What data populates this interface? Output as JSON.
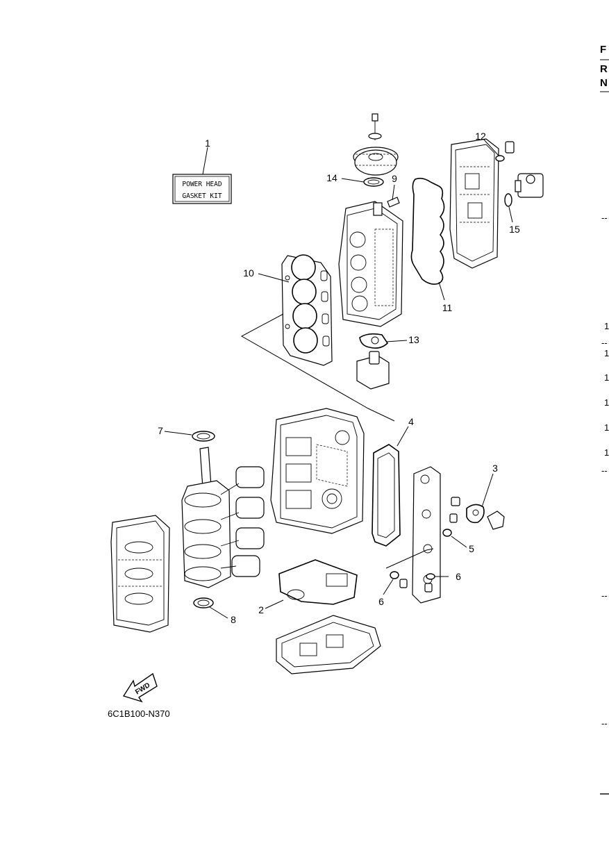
{
  "kit_box": {
    "line1": "POWER HEAD",
    "line2": "GASKET KIT"
  },
  "callouts": {
    "c1": "1",
    "c2": "2",
    "c3": "3",
    "c4": "4",
    "c5": "5",
    "c6a": "6",
    "c6b": "6",
    "c7": "7",
    "c8": "8",
    "c9": "9",
    "c10": "10",
    "c11": "11",
    "c12": "12",
    "c13": "13",
    "c14": "14",
    "c15": "15"
  },
  "fwd_label": "FWD",
  "diagram_code": "6C1B100-N370",
  "right_edge": {
    "h1": "F",
    "h2": "R",
    "h3": "N",
    "n1": "1",
    "n2": "1",
    "n3": "1",
    "n4": "1",
    "n5": "1",
    "n6": "1",
    "dash": "--"
  }
}
